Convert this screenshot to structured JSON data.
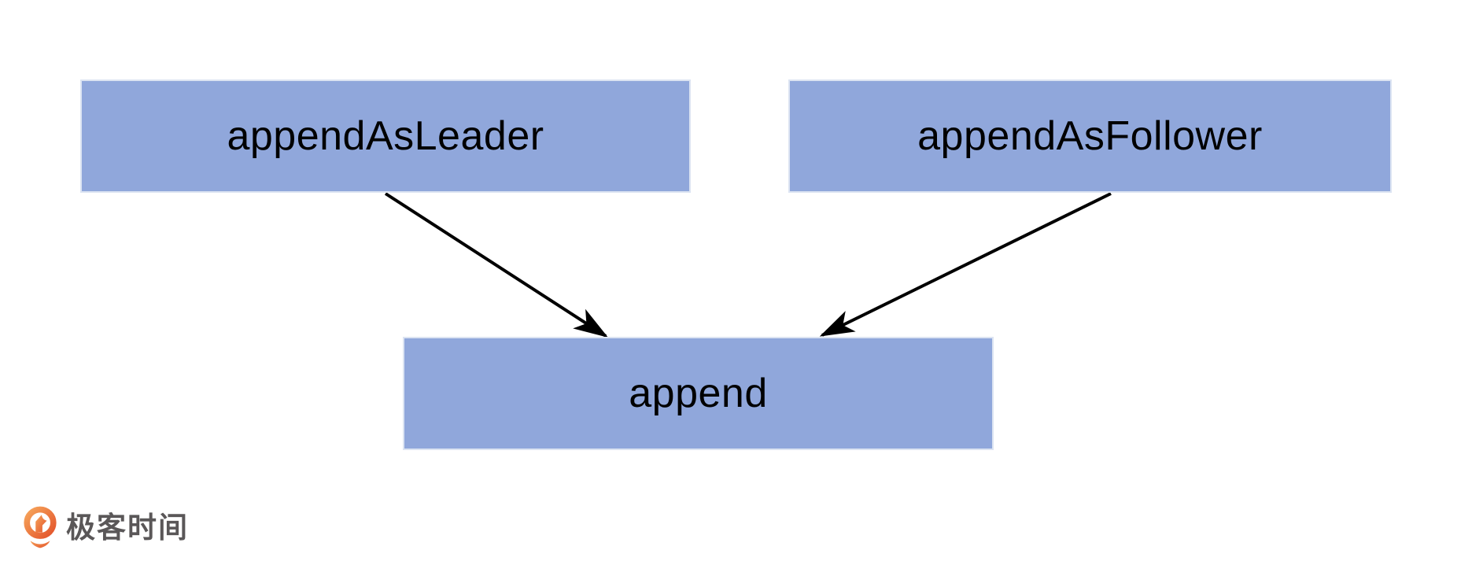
{
  "diagram": {
    "nodes": [
      {
        "id": "appendAsLeader",
        "label": "appendAsLeader"
      },
      {
        "id": "appendAsFollower",
        "label": "appendAsFollower"
      },
      {
        "id": "append",
        "label": "append"
      }
    ],
    "edges": [
      {
        "from": "appendAsLeader",
        "to": "append"
      },
      {
        "from": "appendAsFollower",
        "to": "append"
      }
    ],
    "colors": {
      "node_fill": "#90A7DB",
      "node_border": "#DCE4F2",
      "label_text": "#000000",
      "arrow": "#000000",
      "background": "#FFFFFF"
    }
  },
  "branding": {
    "logo_text": "极客时间",
    "logo_text_color": "#5A5758",
    "logo_orange_light": "#F6A45A",
    "logo_orange_dark": "#E3532B"
  }
}
